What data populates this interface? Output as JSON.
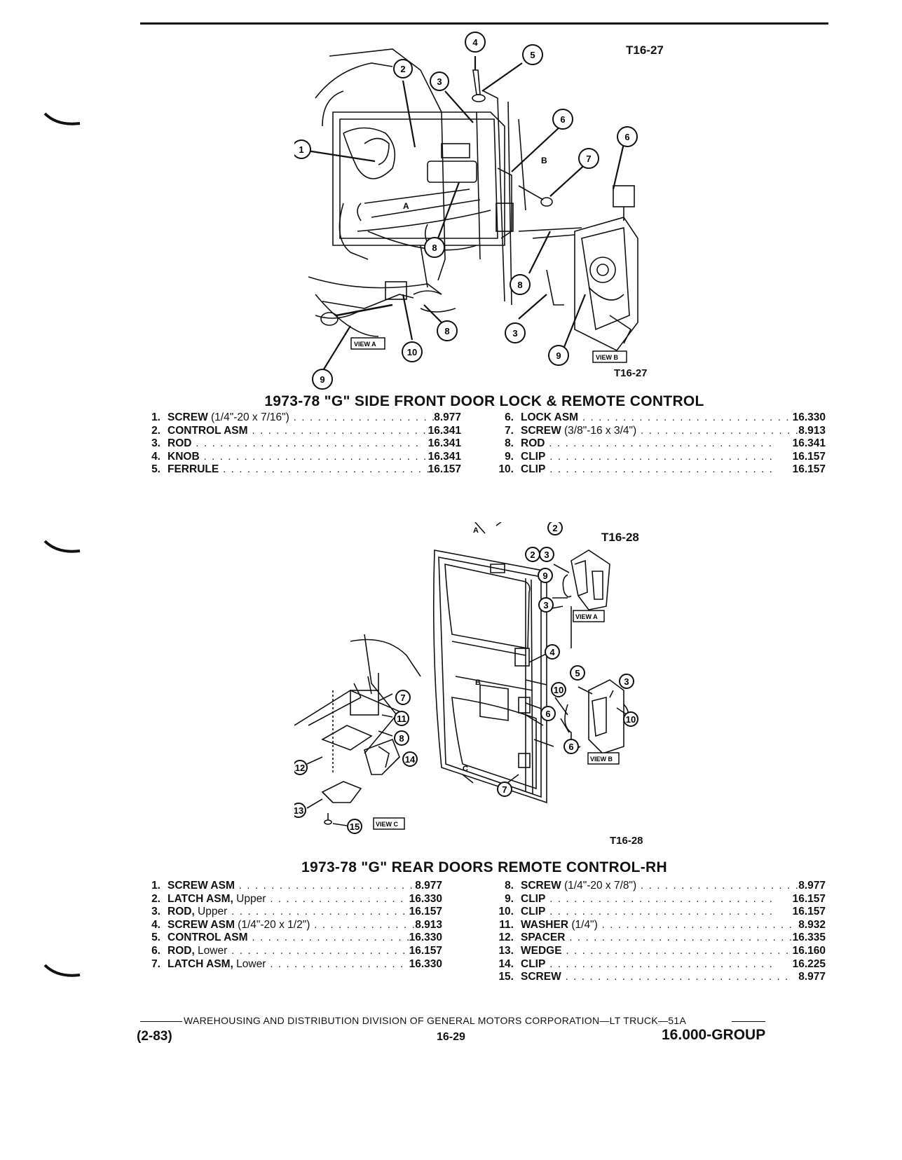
{
  "section1": {
    "fig_label_top": "T16-27",
    "fig_label_bottom": "T16-27",
    "view_a": "VIEW A",
    "view_b": "VIEW B",
    "title": "1973-78 \"G\" SIDE FRONT DOOR LOCK & REMOTE CONTROL",
    "parts_left": [
      {
        "num": "1.",
        "name": "SCREW",
        "detail": " (1/4\"-20 x 7/16\")",
        "code": "8.977"
      },
      {
        "num": "2.",
        "name": "CONTROL ASM",
        "detail": "",
        "code": "16.341"
      },
      {
        "num": "3.",
        "name": "ROD",
        "detail": "",
        "code": "16.341"
      },
      {
        "num": "4.",
        "name": "KNOB",
        "detail": "",
        "code": "16.341"
      },
      {
        "num": "5.",
        "name": "FERRULE",
        "detail": "",
        "code": "16.157"
      }
    ],
    "parts_right": [
      {
        "num": "6.",
        "name": "LOCK ASM",
        "detail": "",
        "code": "16.330"
      },
      {
        "num": "7.",
        "name": "SCREW",
        "detail": " (3/8\"-16 x 3/4\")",
        "code": "8.913"
      },
      {
        "num": "8.",
        "name": "ROD",
        "detail": "",
        "code": "16.341"
      },
      {
        "num": "9.",
        "name": "CLIP",
        "detail": "",
        "code": "16.157"
      },
      {
        "num": "10.",
        "name": "CLIP",
        "detail": "",
        "code": "16.157"
      }
    ]
  },
  "section2": {
    "fig_label_top": "T16-28",
    "fig_label_bottom": "T16-28",
    "view_a": "VIEW A",
    "view_b": "VIEW B",
    "view_c": "VIEW C",
    "title": "1973-78 \"G\" REAR DOORS REMOTE CONTROL-RH",
    "parts_left": [
      {
        "num": "1.",
        "name": "SCREW ASM",
        "detail": "",
        "code": "8.977"
      },
      {
        "num": "2.",
        "name": "LATCH ASM,",
        "detail": " Upper",
        "code": "16.330"
      },
      {
        "num": "3.",
        "name": "ROD,",
        "detail": " Upper",
        "code": "16.157"
      },
      {
        "num": "4.",
        "name": "SCREW ASM",
        "detail": " (1/4\"-20 x 1/2\")",
        "code": "8.913"
      },
      {
        "num": "5.",
        "name": "CONTROL ASM",
        "detail": "",
        "code": "16.330"
      },
      {
        "num": "6.",
        "name": "ROD,",
        "detail": " Lower",
        "code": "16.157"
      },
      {
        "num": "7.",
        "name": "LATCH ASM,",
        "detail": " Lower",
        "code": "16.330"
      }
    ],
    "parts_right": [
      {
        "num": "8.",
        "name": "SCREW",
        "detail": " (1/4\"-20 x 7/8\")",
        "code": "8.977"
      },
      {
        "num": "9.",
        "name": "CLIP",
        "detail": "",
        "code": "16.157"
      },
      {
        "num": "10.",
        "name": "CLIP",
        "detail": "",
        "code": "16.157"
      },
      {
        "num": "11.",
        "name": "WASHER",
        "detail": " (1/4\")",
        "code": "8.932"
      },
      {
        "num": "12.",
        "name": "SPACER",
        "detail": "",
        "code": "16.335"
      },
      {
        "num": "13.",
        "name": "WEDGE",
        "detail": "",
        "code": "16.160"
      },
      {
        "num": "14.",
        "name": "CLIP",
        "detail": "",
        "code": "16.225"
      },
      {
        "num": "15.",
        "name": "SCREW",
        "detail": "",
        "code": "8.977"
      }
    ]
  },
  "footer": {
    "division": "WAREHOUSING AND DISTRIBUTION DIVISION OF GENERAL MOTORS CORPORATION—LT TRUCK—51A",
    "date": "(2-83)",
    "page": "16-29",
    "group": "16.000-GROUP"
  }
}
